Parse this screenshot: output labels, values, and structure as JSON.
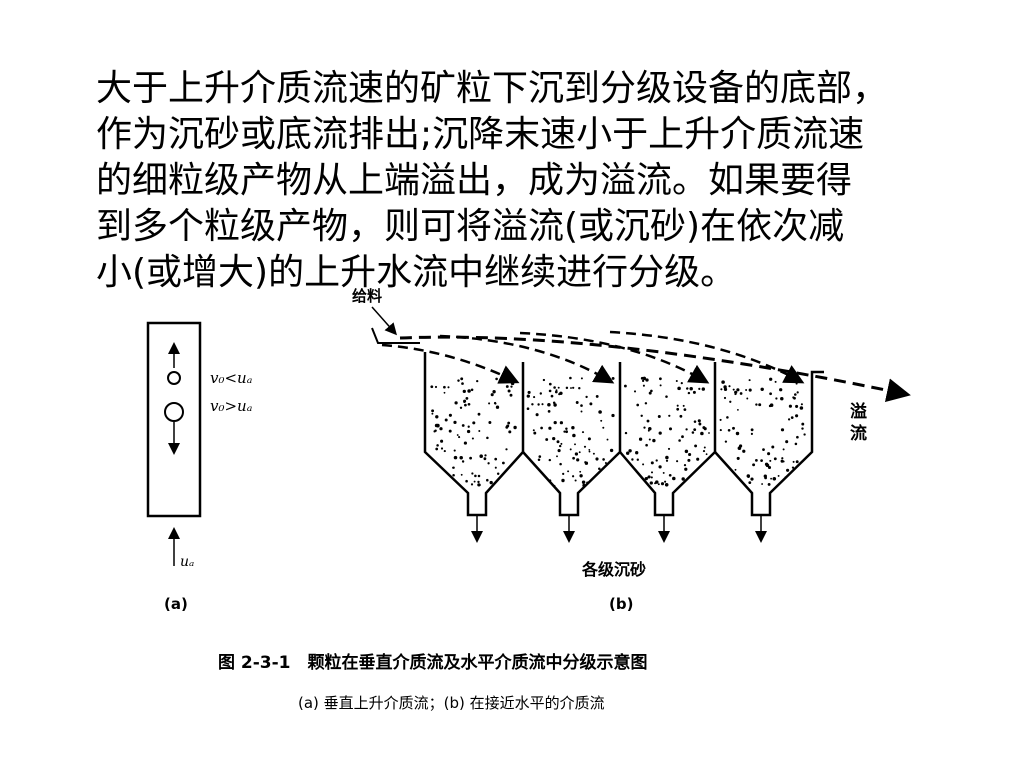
{
  "paragraph": {
    "lines": [
      "大于上升介质流速的矿粒下沉到分级设备的底部，",
      "作为沉砂或底流排出;沉降末速小于上升介质流速",
      "的细粒级产物从上端溢出，成为溢流。如果要得",
      "到多个粒级产物，则可将溢流(或沉砂)在依次减",
      "小(或增大)的上升水流中继续进行分级。"
    ]
  },
  "figure": {
    "panel_a": {
      "condition_small": "v₀<uₐ",
      "condition_large": "v₀>uₐ",
      "flow_label": "uₐ",
      "sublabel": "(a)"
    },
    "panel_b": {
      "feed_label": "给料",
      "overflow_label_1": "溢",
      "overflow_label_2": "流",
      "sands_label": "各级沉砂",
      "sublabel": "(b)"
    },
    "caption_title": "图 2-3-1　颗粒在垂直介质流及水平介质流中分级示意图",
    "caption_sub": "(a) 垂直上升介质流；(b) 在接近水平的介质流"
  }
}
